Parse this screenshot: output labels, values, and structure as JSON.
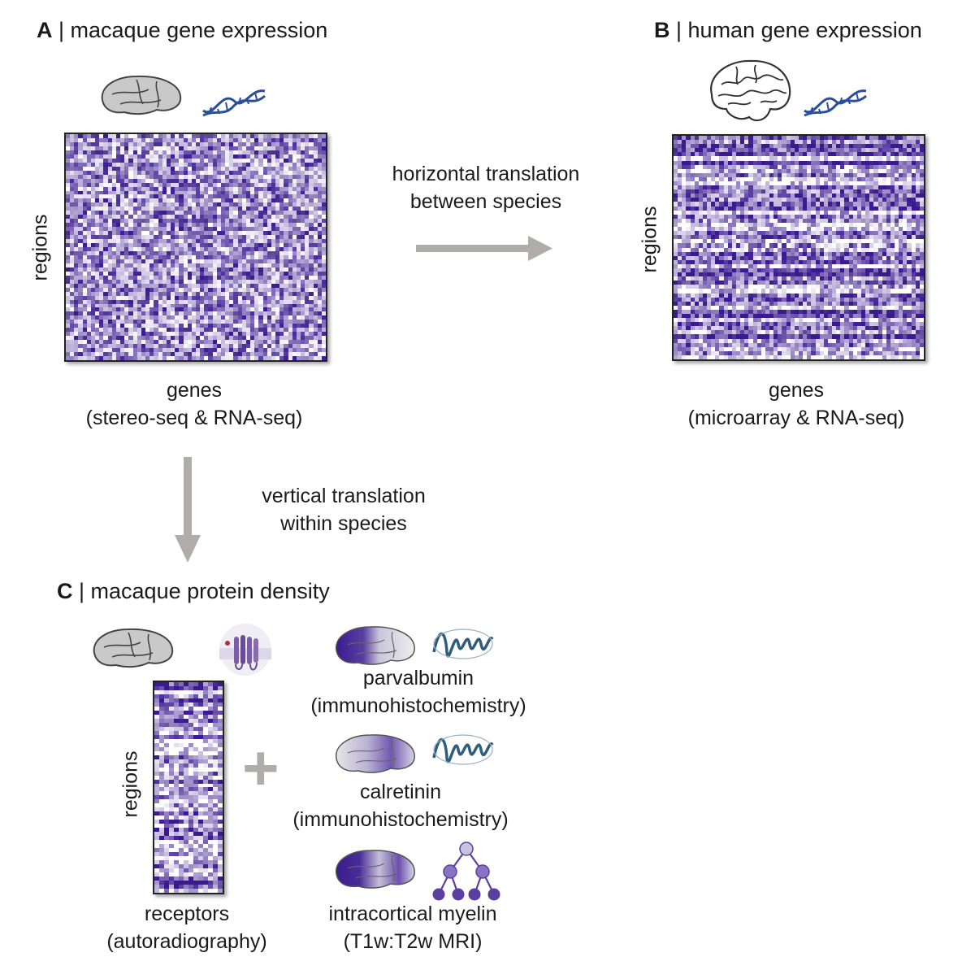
{
  "panels": {
    "a": {
      "letter": "A",
      "title": "| macaque gene expression",
      "row_axis": "regions",
      "col_axis": "genes",
      "col_method": "(stereo-seq & RNA-seq)"
    },
    "b": {
      "letter": "B",
      "title": "| human gene expression",
      "row_axis": "regions",
      "col_axis": "genes",
      "col_method": "(microarray & RNA-seq)"
    },
    "c": {
      "letter": "C",
      "title": "| macaque protein density",
      "row_axis": "regions",
      "col_axis": "receptors",
      "col_method": "(autoradiography)",
      "plus": "+",
      "items": [
        {
          "name": "parvalbumin",
          "method": "(immunohistochemistry)",
          "icon": "protein-helix-icon"
        },
        {
          "name": "calretinin",
          "method": "(immunohistochemistry)",
          "icon": "protein-helix-icon"
        },
        {
          "name": "intracortical myelin",
          "method": "(T1w:T2w MRI)",
          "icon": "hierarchy-tree-icon"
        }
      ]
    }
  },
  "arrows": {
    "horizontal": {
      "line1": "horizontal translation",
      "line2": "between  species"
    },
    "vertical": {
      "line1": "vertical translation",
      "line2": "within  species"
    }
  },
  "colors": {
    "heatmap_low": "#ffffff",
    "heatmap_high": "#3b1a8f",
    "arrow": "#b0acac",
    "dna": "#2a4f9a"
  }
}
